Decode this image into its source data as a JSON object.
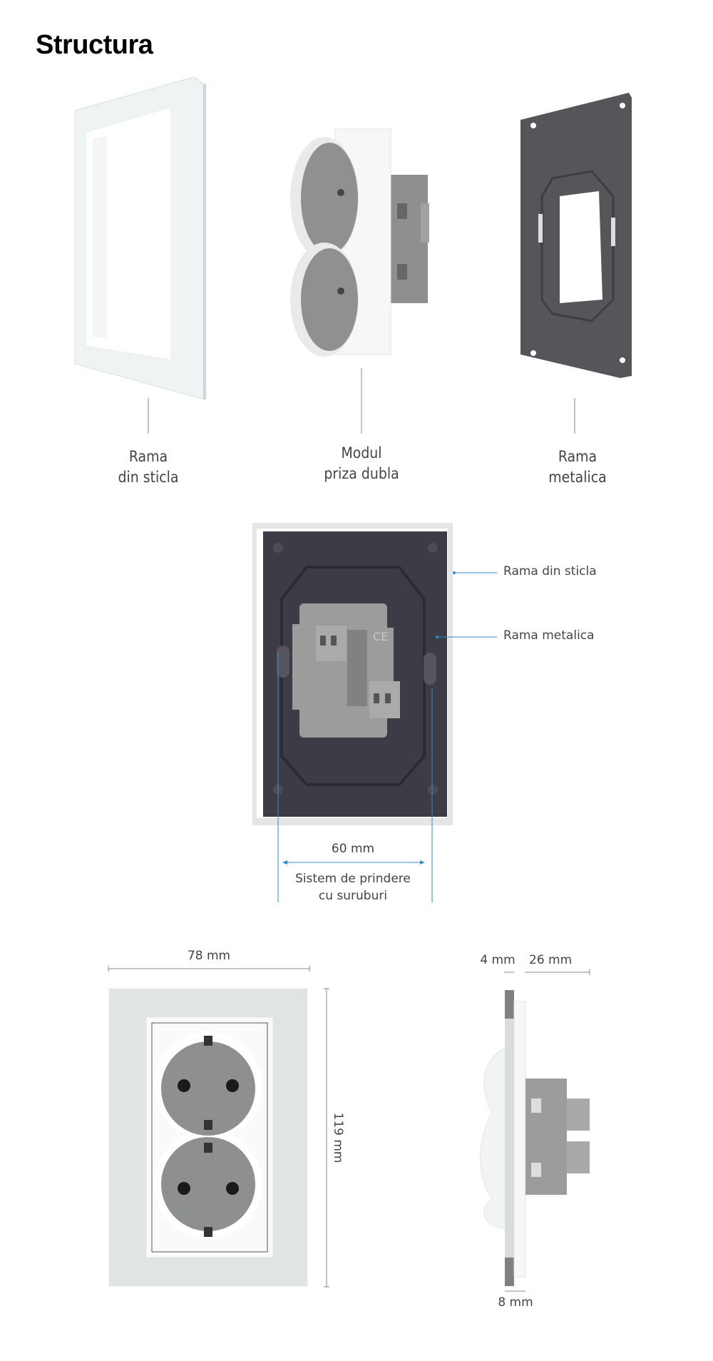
{
  "title": "Structura",
  "components": [
    {
      "line1": "Rama",
      "line2": "din sticla"
    },
    {
      "line1": "Modul",
      "line2": "priza dubla"
    },
    {
      "line1": "Rama",
      "line2": "metalica"
    }
  ],
  "back_view": {
    "callout_glass": "Rama din sticla",
    "callout_metal": "Rama metalica",
    "spacing": "60 mm",
    "mount_line1": "Sistem de prindere",
    "mount_line2": "cu suruburi"
  },
  "dimensions": {
    "width": "78 mm",
    "height": "119 mm",
    "glass_depth": "4 mm",
    "module_depth": "26 mm",
    "front_depth": "8 mm"
  },
  "colors": {
    "accent": "#2a8fd6",
    "frame_dark": "#3d3c46",
    "module_gray": "#9a9b9b"
  }
}
